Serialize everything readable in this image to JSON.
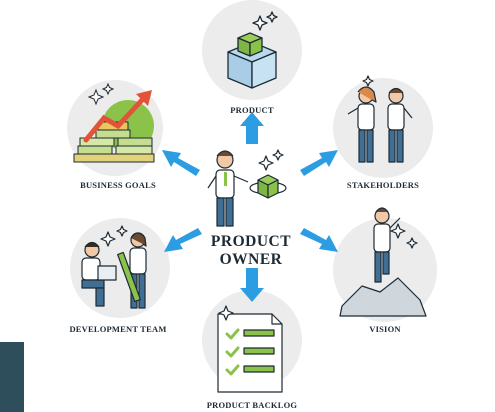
{
  "center": {
    "line1": "PRODUCT",
    "line2": "OWNER"
  },
  "nodes": {
    "product": "PRODUCT",
    "stakeholders": "STAKEHOLDERS",
    "vision": "VISION",
    "backlog": "PRODUCT BACKLOG",
    "devteam": "DEVELOPMENT TEAM",
    "goals": "BUSINESS GOALS"
  },
  "colors": {
    "arrow": "#2d9de3",
    "circle": "#ececec",
    "green": "#8bc34a",
    "outline": "#1d2a34",
    "panel": "#2d4e5a"
  }
}
